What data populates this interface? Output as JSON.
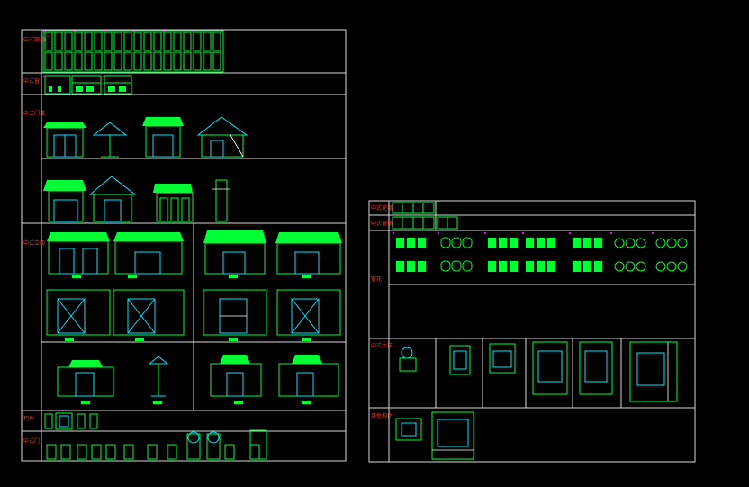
{
  "canvas": {
    "background": "#000000"
  },
  "colors": {
    "frame": "#d9d9d9",
    "drawing": "#00ff33",
    "detail": "#00e5ff",
    "label": "#ff2a2a",
    "marker": "#ff00ff"
  },
  "left_sheet": {
    "rows": [
      {
        "id": "row-door-panels",
        "label": "中式隔扇门"
      },
      {
        "id": "row-window-panels",
        "label": "中式窗"
      },
      {
        "id": "row-gate-elevations",
        "label": "中式门楼"
      },
      {
        "id": "row-facades",
        "label": "中式立面"
      },
      {
        "id": "row-small-ornaments",
        "label": "构件"
      },
      {
        "id": "row-doors",
        "label": "中式门"
      }
    ]
  },
  "right_sheet": {
    "rows": [
      {
        "id": "r-row-header-a",
        "label": "中式花格"
      },
      {
        "id": "r-row-header-b",
        "label": "中式窗格"
      },
      {
        "id": "r-row-windows",
        "label": "窗花"
      },
      {
        "id": "r-row-details",
        "label": "中式大样"
      },
      {
        "id": "r-row-misc",
        "label": "其他构件"
      }
    ]
  }
}
